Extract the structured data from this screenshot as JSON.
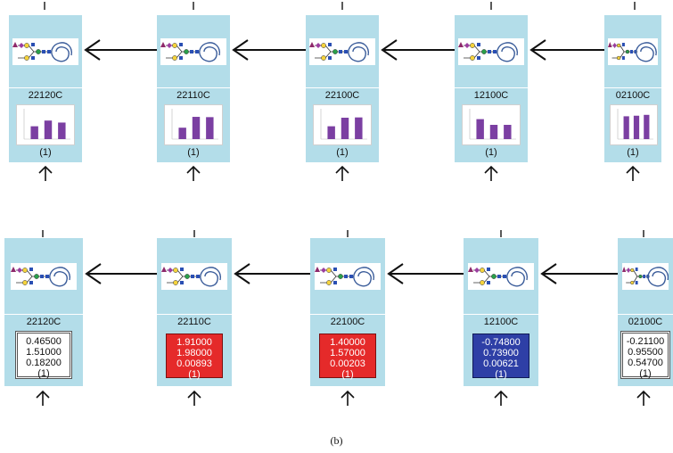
{
  "caption": "(b)",
  "colors": {
    "card_bg": "#b3dde9",
    "bar_purple": "#7b3fa2",
    "up_regulated": "#e52a2a",
    "down_regulated": "#2e3fa6"
  },
  "icons": {
    "glycan": "glycan-structure-icon",
    "arrow_left": "arrow-left-icon",
    "arrow_up": "arrow-up-icon"
  },
  "top_row": [
    {
      "code": "22120C",
      "count": "(1)",
      "bars": [
        0.45,
        0.65,
        0.58
      ]
    },
    {
      "code": "22110C",
      "count": "(1)",
      "bars": [
        0.4,
        0.78,
        0.77
      ]
    },
    {
      "code": "22100C",
      "count": "(1)",
      "bars": [
        0.45,
        0.75,
        0.76
      ]
    },
    {
      "code": "12100C",
      "count": "(1)",
      "bars": [
        0.7,
        0.5,
        0.5
      ]
    },
    {
      "code": "02100C",
      "count": "(1)",
      "bars": [
        0.8,
        0.82,
        0.85
      ]
    }
  ],
  "bottom_row": [
    {
      "code": "22120C",
      "values": [
        "0.46500",
        "1.51000",
        "0.18200"
      ],
      "count": "(1)",
      "state": "neutral"
    },
    {
      "code": "22110C",
      "values": [
        "1.91000",
        "1.98000",
        "0.00893"
      ],
      "count": "(1)",
      "state": "up"
    },
    {
      "code": "22100C",
      "values": [
        "1.40000",
        "1.57000",
        "0.00203"
      ],
      "count": "(1)",
      "state": "up"
    },
    {
      "code": "12100C",
      "values": [
        "-0.74800",
        "0.73900",
        "0.00621"
      ],
      "count": "(1)",
      "state": "down"
    },
    {
      "code": "02100C",
      "values": [
        "-0.21100",
        "0.95500",
        "0.54700"
      ],
      "count": "(1)",
      "state": "neutral"
    }
  ]
}
